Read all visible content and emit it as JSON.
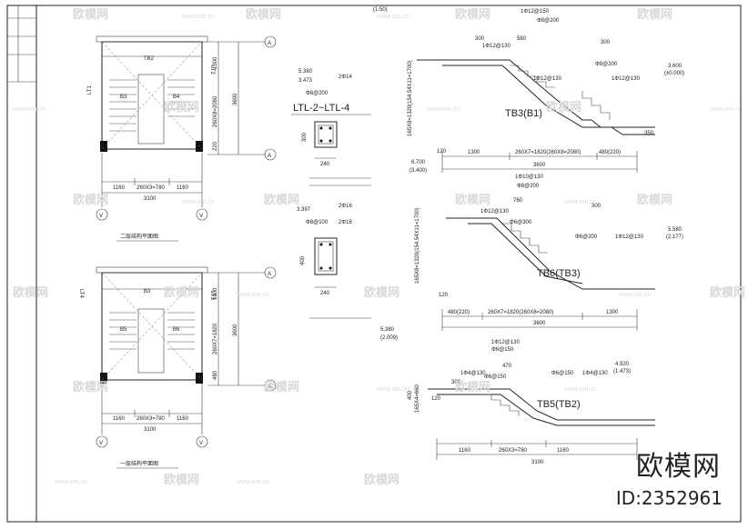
{
  "header_note": "(1:50)",
  "plans": {
    "upper": {
      "title": "二层结构平面图",
      "axis_bubble": "A",
      "axis_bottom": "V",
      "label_left": "LT1",
      "label_right": "LT2",
      "label_tb": "TB2",
      "label_b3": "B3",
      "label_b4": "B4",
      "dim_total": "3100",
      "dim_parts": [
        "1160",
        "260X3=780",
        "1160"
      ],
      "dim_vert": [
        "1300",
        "260X8=2080",
        "220"
      ],
      "dim_vert_total": "3600"
    },
    "lower": {
      "title": "一层结构平面图",
      "axis_bubble": "A",
      "axis_bottom": "V",
      "label_left": "LT4",
      "label_right": "LT3",
      "label_tb": "B3",
      "label_b5": "B5",
      "label_b6": "B6",
      "dim_total": "3100",
      "dim_parts": [
        "1160",
        "260X3=780",
        "1160"
      ],
      "dim_vert": [
        "1300",
        "260X7=1820",
        "480"
      ],
      "dim_vert_total": "3600"
    }
  },
  "beam_details": {
    "ltl_title": "LTL-2~LTL-4",
    "elev_a": "5.380",
    "elev_a2": "3.473",
    "rebar_top": "2Φ14",
    "stirrup": "Φ8@200",
    "size_h": "300",
    "size_w": "240",
    "elev_b": "3.397",
    "rebar_top_b": "2Φ16",
    "stirrup_b": "Φ8@100",
    "rebar_bot_b": "2Φ18",
    "size_h_b": "400",
    "size_w_b": "240",
    "elev_c": "5.380",
    "elev_c2": "(2.009)"
  },
  "stairs": {
    "tb3": {
      "title": "TB3(B1)",
      "rebar": [
        "1Φ12@150",
        "Φ8@200",
        "1Φ12@130",
        "1Φ12@130",
        "Φ8@200",
        "1Φ12@130"
      ],
      "dims_top": [
        "300",
        "580"
      ],
      "dims_bottom": [
        "1300",
        "260X7=1820(260X8=2080)",
        "480(220)"
      ],
      "dim_total": "3600",
      "elev_top": "3.600",
      "elev_top2": "(±0.000)",
      "elev_bot": "6.700",
      "elev_bot2": "(3.400)",
      "vert_dim": "165X8=1320(154.54X11=1700)",
      "other": [
        "300",
        "120",
        "350"
      ]
    },
    "tb6": {
      "title": "TB6(TB3)",
      "rebar": [
        "1Φ10@130",
        "Φ8@200",
        "1Φ12@130",
        "Φ6@300",
        "Φ6@200",
        "1Φ12@130"
      ],
      "dims_top": [
        "760"
      ],
      "dims_bottom": [
        "480(220)",
        "260X7=1820(260X8=2080)",
        "1300"
      ],
      "dim_total": "3600",
      "elev_top": "5.580",
      "elev_top2": "(2.177)",
      "vert_dim": "165X8=1320(154.54X11=1700)",
      "other": [
        "300",
        "120"
      ]
    },
    "tb5": {
      "title": "TB5(TB2)",
      "rebar": [
        "1Φ12@130",
        "Φ6@150",
        "1Φ4@130",
        "Φ6@150",
        "Φ6@150",
        "1Φ4@130"
      ],
      "dims_top": [
        "470",
        "300"
      ],
      "dims_bottom": [
        "1160",
        "260X3=780",
        "1160"
      ],
      "dim_total": "3100",
      "elev_top": "4.920",
      "elev_top2": "(1.473)",
      "vert_dim": "165X4=660",
      "other": [
        "400",
        "120"
      ]
    }
  },
  "watermark": {
    "text": "欧模网",
    "url": "www.om.cn"
  },
  "brand": {
    "name": "欧模网",
    "id": "ID:2352961"
  }
}
